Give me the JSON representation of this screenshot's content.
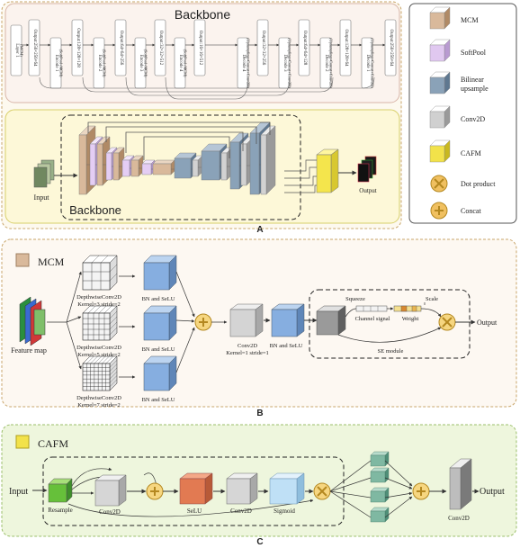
{
  "panel_a": {
    "backbone_title": "Backbone",
    "encoder_boxes": [
      {
        "title": "Layer 1",
        "sub": "(MCM)"
      },
      {
        "title": "Output:256×256×64",
        "sub": ""
      },
      {
        "title": "Encode 1",
        "sub": "(SoftPool+MCM)"
      },
      {
        "title": "Output:128×128×128",
        "sub": ""
      },
      {
        "title": "Encode 2",
        "sub": "(SoftPool+MCM)"
      },
      {
        "title": "Output:64×64×256",
        "sub": ""
      },
      {
        "title": "Encode 3",
        "sub": "(SoftPool+MCM)"
      },
      {
        "title": "Output:32×32×512",
        "sub": ""
      },
      {
        "title": "Encode 4",
        "sub": "(SoftPool+MCM)"
      },
      {
        "title": "Output:16×16×512",
        "sub": ""
      }
    ],
    "decoder_boxes": [
      {
        "title": "Decode 4",
        "sub": "(Upsampling+Concat+Conv2D)"
      },
      {
        "title": "Output:32×32×256",
        "sub": ""
      },
      {
        "title": "Decode 3",
        "sub": "(Upsampling+Concat+Conv2D)"
      },
      {
        "title": "Output:64×64×128",
        "sub": ""
      },
      {
        "title": "Decode 2",
        "sub": "(Upsampling+Concat+Conv2D)"
      },
      {
        "title": "Output:128×128×64",
        "sub": ""
      },
      {
        "title": "Decode 1",
        "sub": "(Upsampling+Concat+Conv2D)"
      },
      {
        "title": "Output:256×256×64",
        "sub": ""
      }
    ],
    "input_label": "Input",
    "output_label": "Output",
    "backbone_label": "Backbone",
    "panel_label": "A"
  },
  "legend": [
    {
      "label": "MCM",
      "color": "#d9b99b"
    },
    {
      "label": "SoftPool",
      "color": "#e0c8f0"
    },
    {
      "label": "Bilinear upsample",
      "color": "#8aa2b8"
    },
    {
      "label": "Conv2D",
      "color": "#d0d0d0"
    },
    {
      "label": "CAFM",
      "color": "#f2e24a"
    },
    {
      "label": "Dot product",
      "color": "#f0c060"
    },
    {
      "label": "Concat",
      "color": "#f0c060"
    }
  ],
  "panel_b": {
    "title": "MCM",
    "feature_map_label": "Feature map",
    "branches": [
      {
        "name": "DepthwiseConv2D",
        "params": "Kernel=3  stride=2",
        "bn": "BN and SeLU"
      },
      {
        "name": "DepthwiseConv2D",
        "params": "Kernel=5  stride=2",
        "bn": "BN and SeLU"
      },
      {
        "name": "DepthwiseConv2D",
        "params": "Kernel=7  stride=2",
        "bn": "BN and SeLU"
      }
    ],
    "conv_label": "Conv2D",
    "conv_params": "Kernel=1 stride=1",
    "bn_label": "BN and SeLU",
    "squeeze": "Squeeze",
    "scale": "Scale",
    "channel_signal": "Channel signal",
    "weight": "Weight",
    "se_module": "SE module",
    "output_label": "Output",
    "panel_label": "B"
  },
  "panel_c": {
    "title": "CAFM",
    "input_label": "Input",
    "resample": "Resample",
    "conv1": "Conv2D",
    "selu": "SeLU",
    "conv2": "Conv2D",
    "sigmoid": "Sigmoid",
    "conv3": "Conv2D",
    "output_label": "Output",
    "panel_label": "C"
  }
}
